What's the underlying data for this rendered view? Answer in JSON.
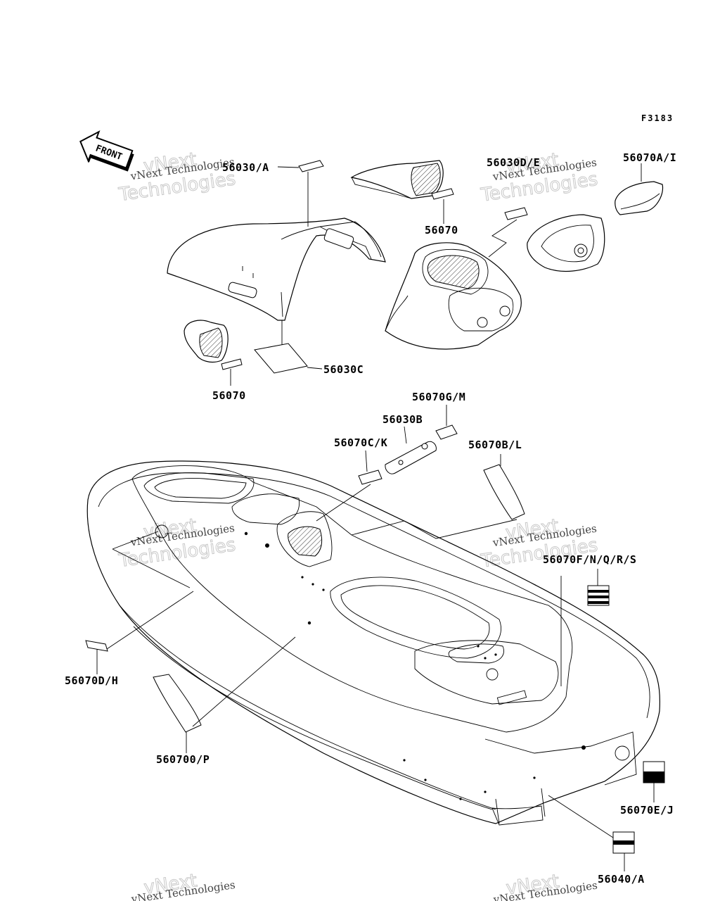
{
  "figure_code": "F3183",
  "front_label": "FRONT",
  "watermark": {
    "line1": "vNext Technologies",
    "line2": "vNext Technologies"
  },
  "labels": {
    "l_56030_a": "56030/A",
    "l_56070_top": "56070",
    "l_56030_de": "56030D/E",
    "l_56070_ai": "56070A/I",
    "l_56070_left": "56070",
    "l_56030_c": "56030C",
    "l_56070_gm": "56070G/M",
    "l_56030_b": "56030B",
    "l_56070_ck": "56070C/K",
    "l_56070_bl": "56070B/L",
    "l_56070_fnqrs": "56070F/N/Q/R/S",
    "l_56070_dh": "56070D/H",
    "l_56070_op": "560700/P",
    "l_56070_ej": "56070E/J",
    "l_56040_a": "56040/A"
  }
}
